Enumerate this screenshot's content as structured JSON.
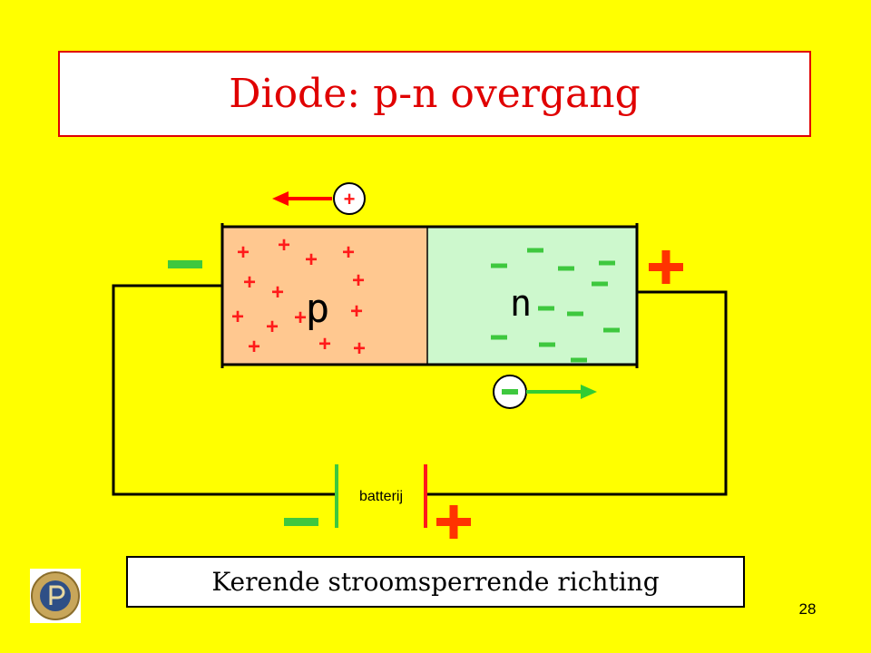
{
  "slide": {
    "title": "Diode: p-n overgang",
    "caption": "Kerende stroomsperrende richting",
    "page_number": "28",
    "logo_icon": "badge-logo-icon"
  },
  "diagram": {
    "p_label": "p",
    "n_label": "n",
    "battery_label": "batterij",
    "hole_symbol": "+",
    "electron_symbol": "-",
    "left_terminal_sign": "-",
    "right_terminal_sign": "+",
    "battery_negative_sign": "-",
    "battery_positive_sign": "+",
    "hole_carrier_sign": "+",
    "electron_carrier_sign": "-"
  },
  "colors": {
    "background": "#ffff00",
    "title_red": "#e00000",
    "p_region": "#ffc890",
    "n_region": "#cdf8cd",
    "hole_red": "#ff1a1a",
    "electron_green": "#3ec83e",
    "terminal_orange": "#ff3300",
    "arrow_red": "#ff0000",
    "arrow_green": "#33cc33",
    "wire": "#000000"
  }
}
